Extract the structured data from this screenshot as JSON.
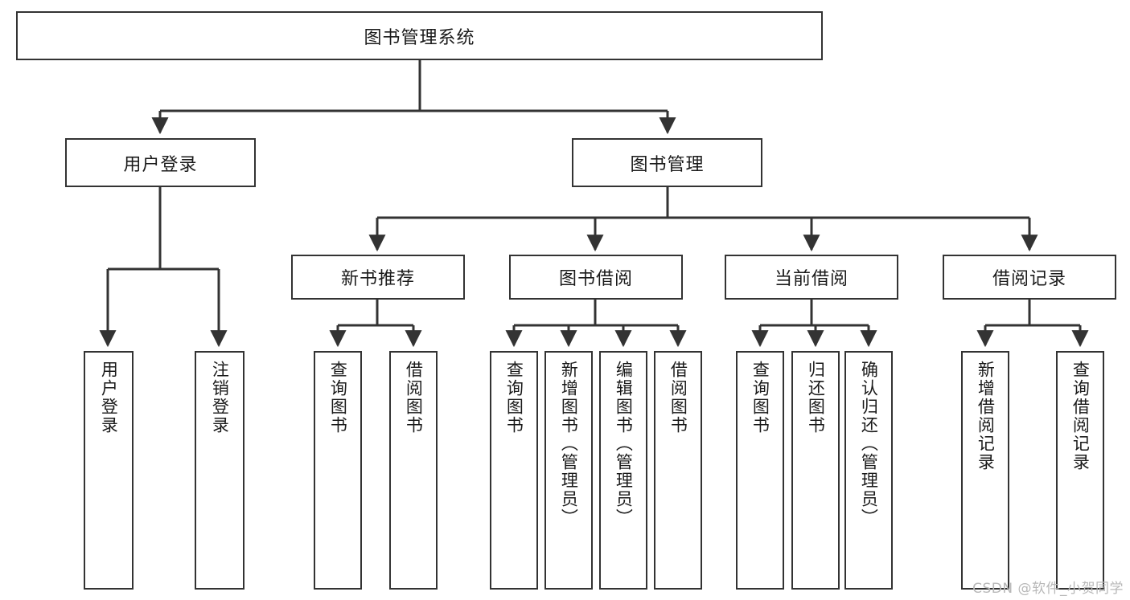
{
  "diagram": {
    "title": "图书管理系统",
    "type": "function-structure-tree",
    "watermark": "CSDN @软件_小贺同学",
    "colors": {
      "background": "#ffffff",
      "node_border": "#333333",
      "node_fill": "#ffffff",
      "connector": "#333333",
      "text": "#1a1a1a",
      "watermark": "#b8b8b8"
    },
    "root": {
      "label": "图书管理系统"
    },
    "level2": [
      {
        "label": "用户登录"
      },
      {
        "label": "图书管理"
      }
    ],
    "level3": [
      {
        "label": "新书推荐"
      },
      {
        "label": "图书借阅"
      },
      {
        "label": "当前借阅"
      },
      {
        "label": "借阅记录"
      }
    ],
    "leaves": {
      "user_login": [
        {
          "label": "用户登录"
        },
        {
          "label": "注销登录"
        }
      ],
      "new_book_recommend": [
        {
          "label": "查询图书"
        },
        {
          "label": "借阅图书"
        }
      ],
      "book_borrow": [
        {
          "label": "查询图书"
        },
        {
          "label": "新增图书（管理员）"
        },
        {
          "label": "编辑图书（管理员）"
        },
        {
          "label": "借阅图书"
        }
      ],
      "current_borrow": [
        {
          "label": "查询图书"
        },
        {
          "label": "归还图书"
        },
        {
          "label": "确认归还（管理员）"
        }
      ],
      "borrow_record": [
        {
          "label": "新增借阅记录"
        },
        {
          "label": "查询借阅记录"
        }
      ]
    }
  }
}
